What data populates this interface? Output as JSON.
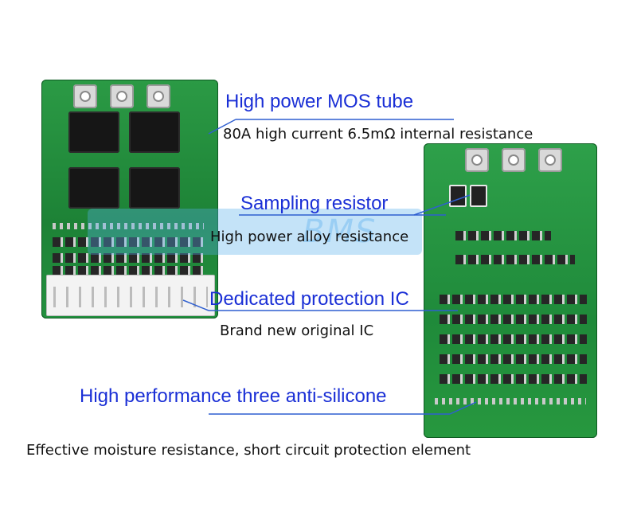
{
  "annotations": [
    {
      "title": "High power MOS tube",
      "subtitle": "80A high current 6.5mΩ internal resistance"
    },
    {
      "title": "Sampling resistor",
      "subtitle": "High power alloy resistance"
    },
    {
      "title": "Dedicated protection IC",
      "subtitle": "Brand new original IC"
    },
    {
      "title": "High performance three anti-silicone",
      "subtitle": "Effective moisture resistance, short circuit protection element"
    }
  ],
  "watermark_text": "BMS",
  "colors": {
    "callout": "#1a2fd6",
    "line": "#2f5fd0",
    "pcb": "#1f8a3a"
  }
}
